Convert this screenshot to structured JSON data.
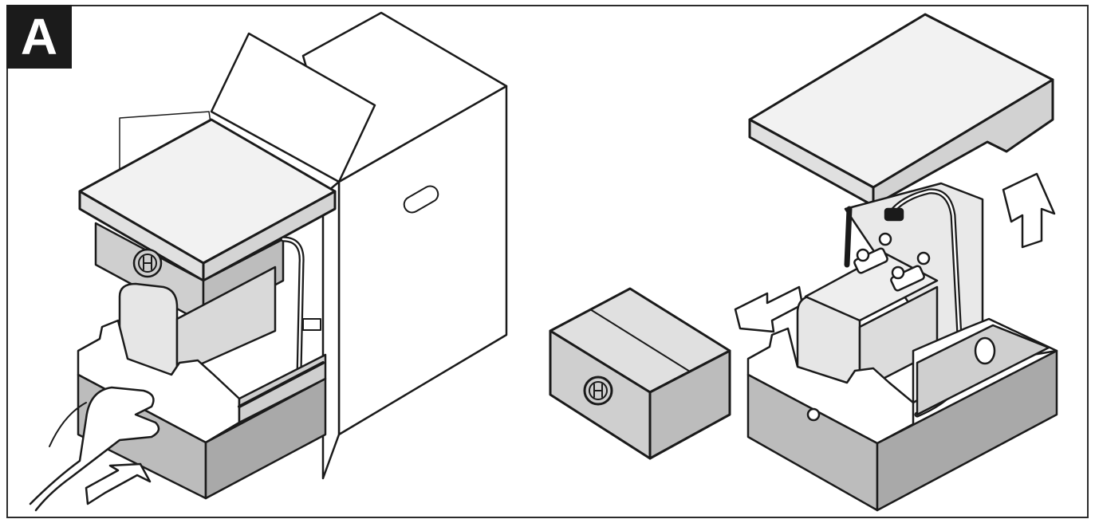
{
  "step": {
    "label": "A"
  },
  "figure": {
    "left_scene": "unpack-lift-out",
    "right_scene": "remove-lid-and-accessory-box",
    "colors": {
      "outline": "#1a1a1a",
      "light_gray": "#e6e6e6",
      "mid_gray": "#bcbcbc",
      "white": "#ffffff"
    }
  }
}
